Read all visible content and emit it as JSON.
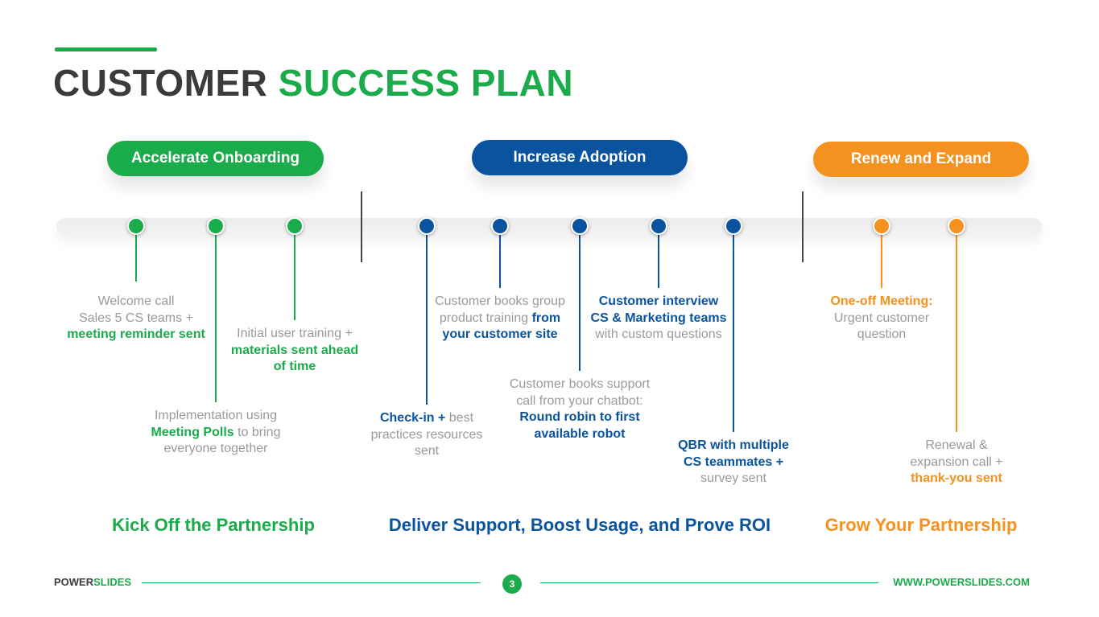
{
  "title": {
    "part1": "CUSTOMER",
    "part2": "SUCCESS PLAN"
  },
  "phases": [
    {
      "label": "Accelerate Onboarding",
      "color": "#1aab4b",
      "bottom": "Kick Off the Partnership"
    },
    {
      "label": "Increase Adoption",
      "color": "#0a539e",
      "bottom": "Deliver Support, Boost Usage, and Prove ROI"
    },
    {
      "label": "Renew and Expand",
      "color": "#f5921f",
      "bottom": "Grow Your Partnership"
    }
  ],
  "milestones": [
    {
      "lines": [
        {
          "text": "Welcome call"
        },
        {
          "text": "Sales 5 CS teams +"
        },
        {
          "text": "meeting reminder sent",
          "hl": true
        }
      ]
    },
    {
      "lines": [
        {
          "text": "Implementation using"
        },
        {
          "parts": [
            {
              "text": "Meeting Polls",
              "hl": true
            },
            {
              "text": " to bring"
            }
          ]
        },
        {
          "text": "everyone together"
        }
      ]
    },
    {
      "lines": [
        {
          "text": "Initial user training +"
        },
        {
          "text": "materials sent ahead",
          "hl": true
        },
        {
          "text": "of time",
          "hl": true
        }
      ]
    },
    {
      "lines": [
        {
          "parts": [
            {
              "text": "Check-in +",
              "hl": true
            },
            {
              "text": " best"
            }
          ]
        },
        {
          "text": "practices resources"
        },
        {
          "text": "sent"
        }
      ]
    },
    {
      "lines": [
        {
          "text": "Customer books group"
        },
        {
          "parts": [
            {
              "text": "product training "
            },
            {
              "text": "from",
              "hl": true
            }
          ]
        },
        {
          "text": "your customer site",
          "hl": true
        }
      ]
    },
    {
      "lines": [
        {
          "text": "Customer books support"
        },
        {
          "text": "call from your chatbot:"
        },
        {
          "text": "Round robin to first",
          "hl": true
        },
        {
          "text": "available robot",
          "hl": true
        }
      ]
    },
    {
      "lines": [
        {
          "text": "Customer interview",
          "hl": true
        },
        {
          "text": "CS & Marketing teams",
          "hl": true
        },
        {
          "text": "with custom questions"
        }
      ]
    },
    {
      "lines": [
        {
          "text": "QBR with multiple",
          "hl": true
        },
        {
          "text": "CS teammates +",
          "hl": true
        },
        {
          "text": "survey sent"
        }
      ]
    },
    {
      "lines": [
        {
          "text": "One-off Meeting:",
          "hl": true
        },
        {
          "text": "Urgent customer"
        },
        {
          "text": "question"
        }
      ]
    },
    {
      "lines": [
        {
          "text": "Renewal &"
        },
        {
          "text": "expansion call +"
        },
        {
          "text": "thank-you sent",
          "hl": true
        }
      ]
    }
  ],
  "footer": {
    "brand_part1": "POWER",
    "brand_part2": "SLIDES",
    "page": "3",
    "website": "WWW.POWERSLIDES.COM"
  }
}
